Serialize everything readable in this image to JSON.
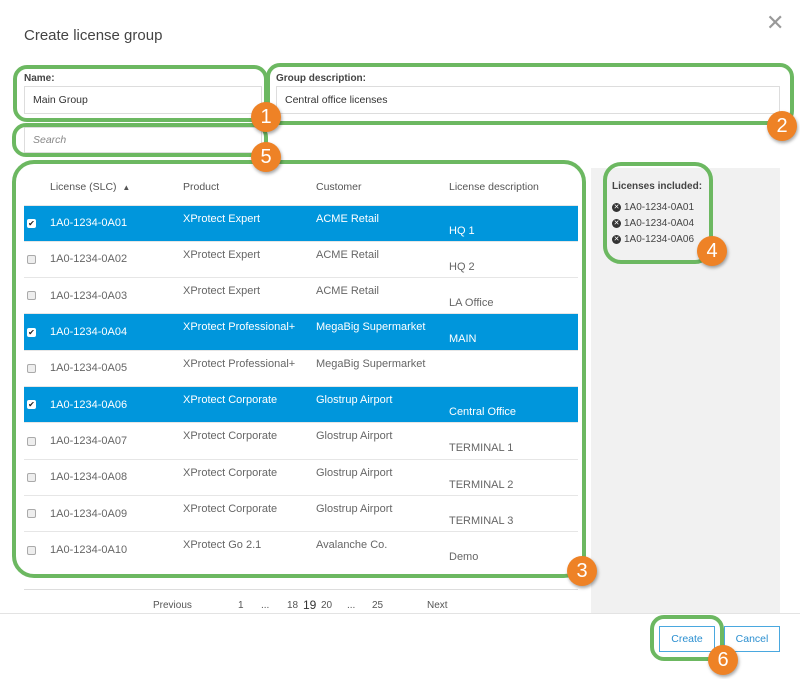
{
  "dialog": {
    "title": "Create license group"
  },
  "name": {
    "label": "Name:",
    "value": "Main Group"
  },
  "description": {
    "label": "Group description:",
    "value": "Central office licenses"
  },
  "search": {
    "placeholder": "Search"
  },
  "table": {
    "headers": [
      "License (SLC)",
      "Product",
      "Customer",
      "License description"
    ],
    "sort_indicator": "▲",
    "rows": [
      {
        "checked": true,
        "license": "1A0-1234-0A01",
        "product": "XProtect Expert",
        "customer": "ACME Retail",
        "description": "HQ 1"
      },
      {
        "checked": false,
        "license": "1A0-1234-0A02",
        "product": "XProtect Expert",
        "customer": "ACME Retail",
        "description": "HQ 2"
      },
      {
        "checked": false,
        "license": "1A0-1234-0A03",
        "product": "XProtect Expert",
        "customer": "ACME Retail",
        "description": "LA Office"
      },
      {
        "checked": true,
        "license": "1A0-1234-0A04",
        "product": "XProtect Professional+",
        "customer": "MegaBig Supermarket",
        "description": "MAIN"
      },
      {
        "checked": false,
        "license": "1A0-1234-0A05",
        "product": "XProtect Professional+",
        "customer": "MegaBig Supermarket",
        "description": ""
      },
      {
        "checked": true,
        "license": "1A0-1234-0A06",
        "product": "XProtect Corporate",
        "customer": "Glostrup Airport",
        "description": "Central Office"
      },
      {
        "checked": false,
        "license": "1A0-1234-0A07",
        "product": "XProtect Corporate",
        "customer": "Glostrup Airport",
        "description": "TERMINAL 1"
      },
      {
        "checked": false,
        "license": "1A0-1234-0A08",
        "product": "XProtect Corporate",
        "customer": "Glostrup Airport",
        "description": "TERMINAL 2"
      },
      {
        "checked": false,
        "license": "1A0-1234-0A09",
        "product": "XProtect Corporate",
        "customer": "Glostrup Airport",
        "description": "TERMINAL 3"
      },
      {
        "checked": false,
        "license": "1A0-1234-0A10",
        "product": "XProtect Go 2.1",
        "customer": "Avalanche Co.",
        "description": "Demo"
      }
    ]
  },
  "pagination": {
    "previous": "Previous",
    "first": "1",
    "ellipsis": "...",
    "pages": [
      "18",
      "19",
      "20"
    ],
    "current": "19",
    "last": "25",
    "next": "Next"
  },
  "included": {
    "title": "Licenses included:",
    "items": [
      "1A0-1234-0A01",
      "1A0-1234-0A04",
      "1A0-1234-0A06"
    ]
  },
  "buttons": {
    "create": "Create",
    "cancel": "Cancel"
  },
  "callouts": [
    "1",
    "2",
    "3",
    "4",
    "5",
    "6"
  ],
  "colors": {
    "selected_row": "#0096dc",
    "callout_ring": "#6cb861",
    "callout_badge": "#ee8226",
    "button": "#2b8fd0"
  }
}
